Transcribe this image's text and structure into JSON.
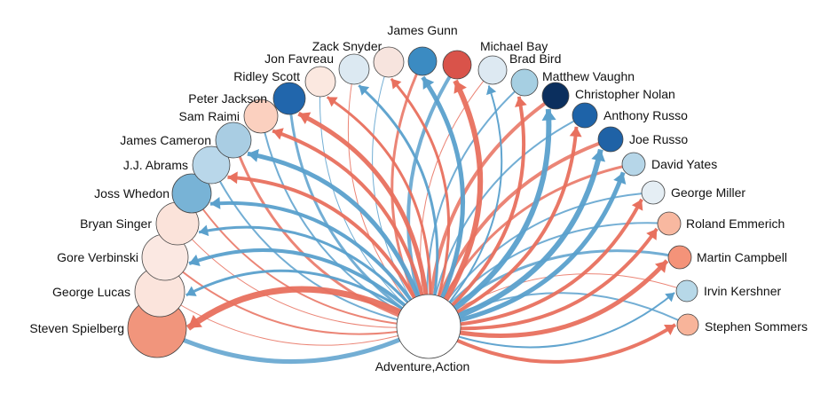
{
  "center": {
    "label": "Adventure,Action",
    "fill": "#ffffff"
  },
  "colors": {
    "blue_edge": "#5aa0cc",
    "red_edge": "#e8705e"
  },
  "directors": [
    {
      "name": "Steven Spielberg",
      "fill": "#f1957c",
      "edge": "red",
      "weight": 7
    },
    {
      "name": "George Lucas",
      "fill": "#fbe4dc",
      "edge": "blue",
      "weight": 3
    },
    {
      "name": "Gore Verbinski",
      "fill": "#fbe8e2",
      "edge": "blue",
      "weight": 4
    },
    {
      "name": "Bryan Singer",
      "fill": "#fbe3da",
      "edge": "blue",
      "weight": 3
    },
    {
      "name": "Joss Whedon",
      "fill": "#78b3d6",
      "edge": "blue",
      "weight": 4
    },
    {
      "name": "J.J. Abrams",
      "fill": "#b9d7ea",
      "edge": "red",
      "weight": 4
    },
    {
      "name": "James Cameron",
      "fill": "#a9cde3",
      "edge": "blue",
      "weight": 5
    },
    {
      "name": "Sam Raimi",
      "fill": "#fbd0bf",
      "edge": "red",
      "weight": 4
    },
    {
      "name": "Peter Jackson",
      "fill": "#2166ac",
      "edge": "red",
      "weight": 5
    },
    {
      "name": "Ridley Scott",
      "fill": "#fbe8e0",
      "edge": "red",
      "weight": 3
    },
    {
      "name": "Jon Favreau",
      "fill": "#dce9f2",
      "edge": "blue",
      "weight": 3
    },
    {
      "name": "Zack Snyder",
      "fill": "#f7e4de",
      "edge": "red",
      "weight": 3
    },
    {
      "name": "James Gunn",
      "fill": "#3b8bc2",
      "edge": "blue",
      "weight": 5
    },
    {
      "name": "Michael Bay",
      "fill": "#d9534a",
      "edge": "red",
      "weight": 6
    },
    {
      "name": "Brad Bird",
      "fill": "#dde9f2",
      "edge": "blue",
      "weight": 2
    },
    {
      "name": "Matthew Vaughn",
      "fill": "#a6cfe2",
      "edge": "red",
      "weight": 4
    },
    {
      "name": "Christopher Nolan",
      "fill": "#0b2f5e",
      "edge": "blue",
      "weight": 6
    },
    {
      "name": "Anthony Russo",
      "fill": "#1e63a8",
      "edge": "red",
      "weight": 4
    },
    {
      "name": "Joe Russo",
      "fill": "#1f62a6",
      "edge": "blue",
      "weight": 6
    },
    {
      "name": "David Yates",
      "fill": "#b6d6e8",
      "edge": "blue",
      "weight": 5
    },
    {
      "name": "George Miller",
      "fill": "#e5eef4",
      "edge": "red",
      "weight": 4
    },
    {
      "name": "Roland Emmerich",
      "fill": "#f8b8a0",
      "edge": "red",
      "weight": 4
    },
    {
      "name": "Martin Campbell",
      "fill": "#f49379",
      "edge": "red",
      "weight": 5
    },
    {
      "name": "Irvin Kershner",
      "fill": "#b7d8e8",
      "edge": "blue",
      "weight": 2
    },
    {
      "name": "Stephen Sommers",
      "fill": "#f8b49a",
      "edge": "red",
      "weight": 4
    }
  ]
}
